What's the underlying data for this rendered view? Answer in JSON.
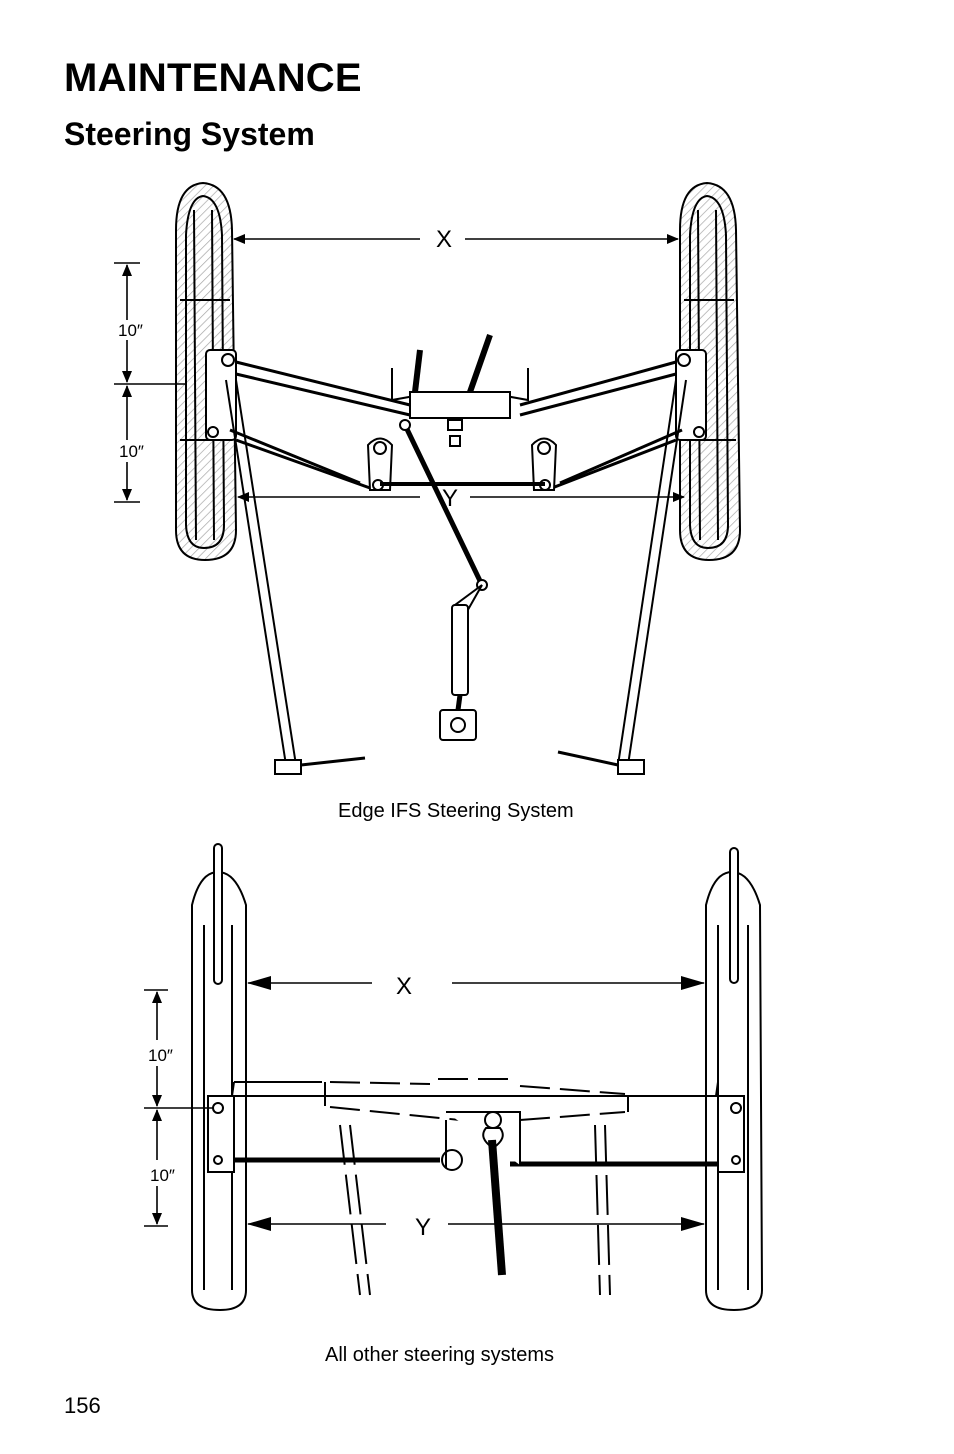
{
  "header": {
    "section": "MAINTENANCE",
    "subsection": "Steering System"
  },
  "figure_edge": {
    "label_x": "X",
    "label_y": "Y",
    "dim_upper": "10″",
    "dim_lower": "10″",
    "caption": "Edge IFS Steering System"
  },
  "figure_other": {
    "label_x": "X",
    "label_y": "Y",
    "dim_upper": "10″",
    "dim_lower": "10″",
    "caption": "All other steering systems"
  },
  "footer": {
    "page_number": "156"
  }
}
